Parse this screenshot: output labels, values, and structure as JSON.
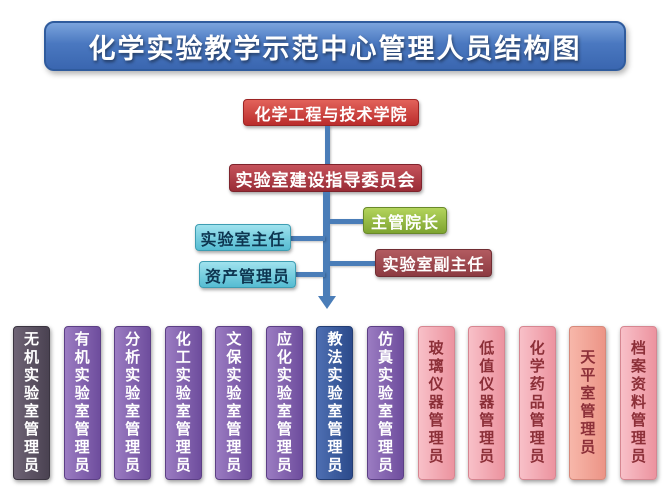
{
  "title": "化学实验教学示范中心管理人员结构图",
  "nodes": {
    "college": "化学工程与技术学院",
    "committee": "实验室建设指导委员会",
    "lab_director": "实验室主任",
    "dean": "主管院长",
    "asset_manager": "资产管理员",
    "deputy_director": "实验室副主任"
  },
  "bottom_boxes": [
    {
      "label": "无机实验室管理员"
    },
    {
      "label": "有机实验室管理员"
    },
    {
      "label": "分析实验室管理员"
    },
    {
      "label": "化工实验室管理员"
    },
    {
      "label": "文保实验室管理员"
    },
    {
      "label": "应化实验室管理员"
    },
    {
      "label": "教法实验室管理员"
    },
    {
      "label": "仿真实验室管理员"
    },
    {
      "label": "玻璃仪器管理员"
    },
    {
      "label": "低值仪器管理员"
    },
    {
      "label": "化学药品管理员"
    },
    {
      "label": "天平室管理员"
    },
    {
      "label": "档案资料管理员"
    }
  ],
  "colors": {
    "title_blue": "#3a66b0",
    "connector_blue": "#4a7db8",
    "college_red": "#ba2d2c",
    "committee_crimson": "#992c36",
    "cyan_box": "#55bcd2",
    "green_box": "#7ea431",
    "deputy_maroon": "#8c3a41",
    "bottom_purple": "#6e4d9d",
    "bottom_dark": "#4a4251",
    "bottom_navy": "#2b4a8b",
    "bottom_pink": "#ec939f",
    "bottom_salmon": "#ec9486",
    "pink_text": "#8c2f38"
  }
}
